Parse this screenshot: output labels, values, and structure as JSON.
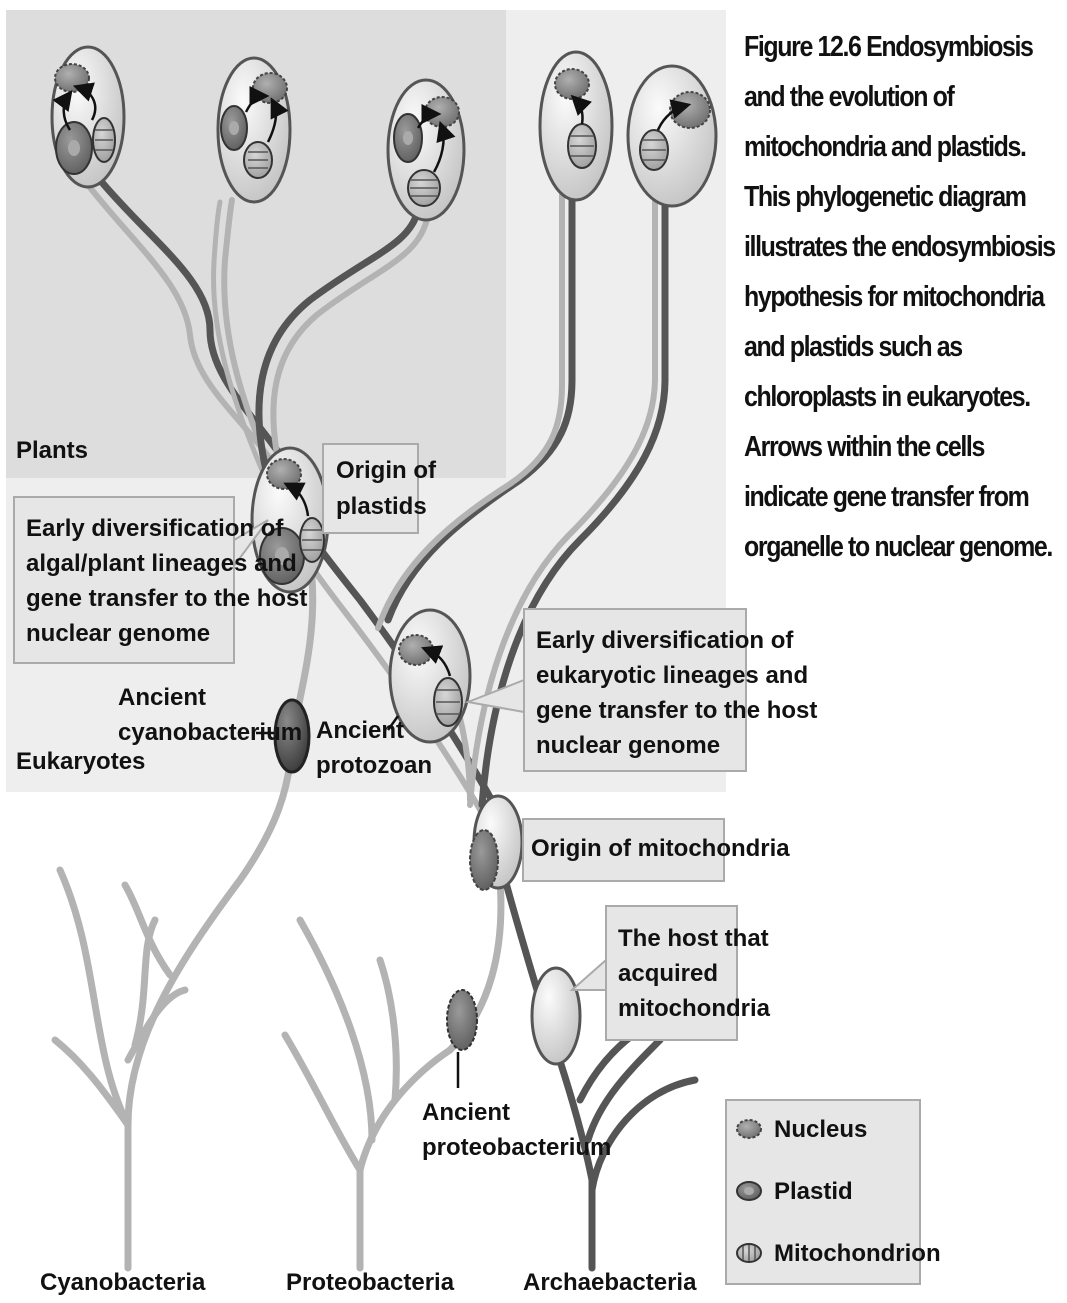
{
  "caption": {
    "lines": [
      "Figure 12.6 Endosymbiosis",
      "and the evolution of",
      "mitochondria and plastids.",
      "This phylogenetic diagram",
      "illustrates the endosymbiosis",
      "hypothesis for mitochondria",
      "and plastids such as",
      "chloroplasts in eukaryotes.",
      "Arrows within the cells",
      "indicate gene transfer from",
      "organelle to nuclear genome."
    ]
  },
  "regions": {
    "plants": "Plants",
    "eukaryotes": "Eukaryotes"
  },
  "callouts": {
    "origin_plastids": [
      "Origin of",
      "plastids"
    ],
    "algal_diversification": [
      "Early diversification of",
      "algal/plant lineages and",
      "gene transfer to the host",
      "nuclear genome"
    ],
    "eukaryotic_diversification": [
      "Early diversification of",
      "eukaryotic lineages and",
      "gene transfer to the host",
      "nuclear genome"
    ],
    "origin_mitochondria": [
      "Origin of mitochondria"
    ],
    "host": [
      "The host that",
      "acquired",
      "mitochondria"
    ]
  },
  "labels": {
    "ancient_cyanobacterium": [
      "Ancient",
      "cyanobacterium"
    ],
    "ancient_protozoan": [
      "Ancient",
      "protozoan"
    ],
    "ancient_proteobacterium": [
      "Ancient",
      "proteobacterium"
    ]
  },
  "roots": {
    "cyanobacteria": "Cyanobacteria",
    "proteobacteria": "Proteobacteria",
    "archaebacteria": "Archaebacteria"
  },
  "legend": {
    "items": [
      {
        "icon": "nucleus-icon",
        "label": "Nucleus"
      },
      {
        "icon": "plastid-icon",
        "label": "Plastid"
      },
      {
        "icon": "mitochondrion-icon",
        "label": "Mitochondrion"
      }
    ]
  },
  "colors": {
    "panel_light": "#eeeeee",
    "panel_plants": "#dedede",
    "callout_fill": "#e6e6e6",
    "callout_border": "#aaaaaa",
    "lineage_dark": "#555555",
    "lineage_light": "#b3b3b3"
  }
}
